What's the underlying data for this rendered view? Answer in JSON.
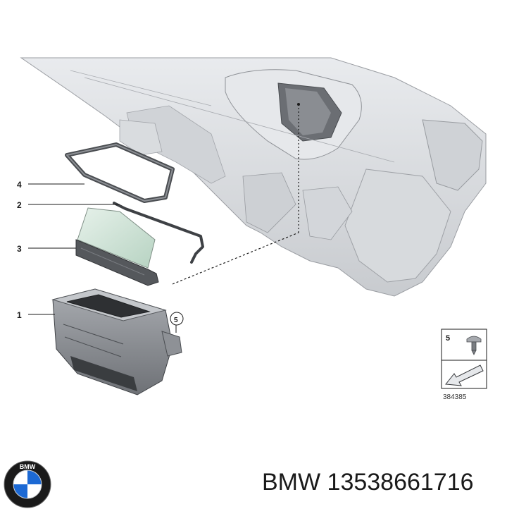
{
  "callouts": [
    {
      "id": "1",
      "label": "1"
    },
    {
      "id": "2",
      "label": "2"
    },
    {
      "id": "3",
      "label": "3"
    },
    {
      "id": "4",
      "label": "4"
    },
    {
      "id": "5",
      "label": "5"
    }
  ],
  "legend": {
    "item_number": "5",
    "reference_number": "384385"
  },
  "brand": {
    "logo_text": "BMW",
    "caption": "BMW 13538661716"
  },
  "colors": {
    "part_light": "#dfe1e4",
    "part_mid": "#b9bcc1",
    "part_dark": "#5f6266",
    "glass": "#cfe3d8",
    "bmw_blue": "#1c69d4"
  }
}
